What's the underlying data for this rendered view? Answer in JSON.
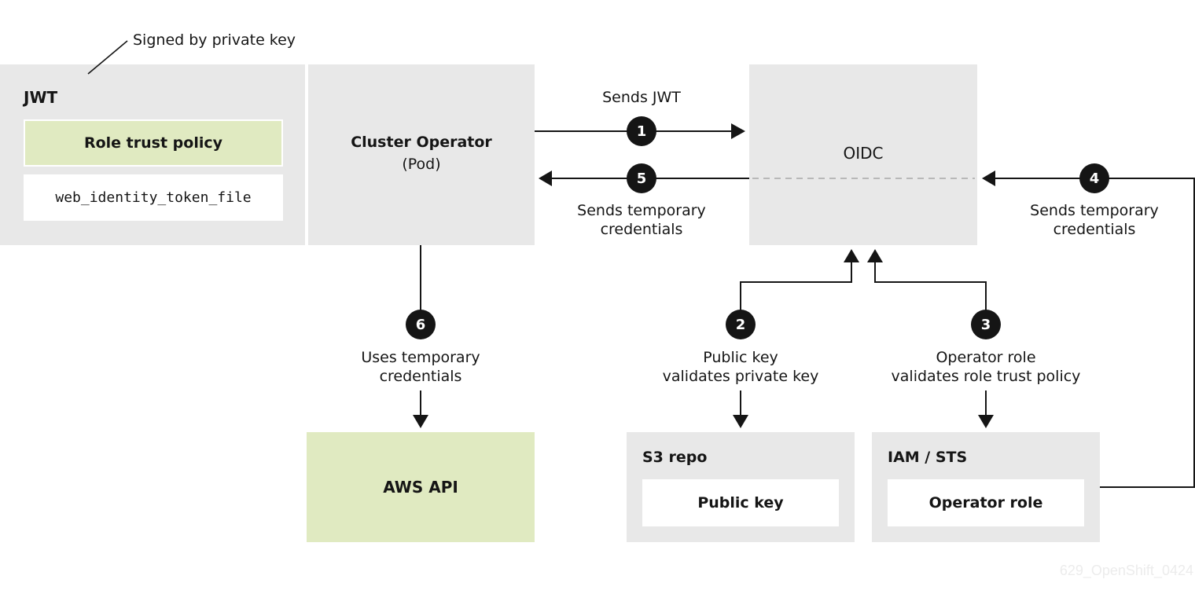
{
  "annotation": {
    "signed_by": "Signed by private key"
  },
  "jwt": {
    "title": "JWT",
    "role_trust_policy": "Role trust policy",
    "token_file": "web_identity_token_file"
  },
  "cluster_operator": {
    "title": "Cluster Operator",
    "subtitle": "(Pod)"
  },
  "oidc": {
    "title": "OIDC"
  },
  "aws_api": {
    "title": "AWS API"
  },
  "s3_repo": {
    "title": "S3 repo",
    "item": "Public key"
  },
  "iam_sts": {
    "title": "IAM / STS",
    "item": "Operator role"
  },
  "steps": [
    {
      "number": "1",
      "line1": "Sends JWT",
      "line2": ""
    },
    {
      "number": "2",
      "line1": "Public key",
      "line2": "validates private key"
    },
    {
      "number": "3",
      "line1": "Operator role",
      "line2": "validates role trust policy"
    },
    {
      "number": "4",
      "line1": "Sends temporary",
      "line2": "credentials"
    },
    {
      "number": "5",
      "line1": "Sends temporary",
      "line2": "credentials"
    },
    {
      "number": "6",
      "line1": "Uses temporary",
      "line2": "credentials"
    }
  ],
  "colors": {
    "box_gray": "#e8e8e8",
    "box_green": "#e0eac1",
    "arrow": "#151515",
    "badge": "#151515"
  },
  "watermark": "629_OpenShift_0424"
}
